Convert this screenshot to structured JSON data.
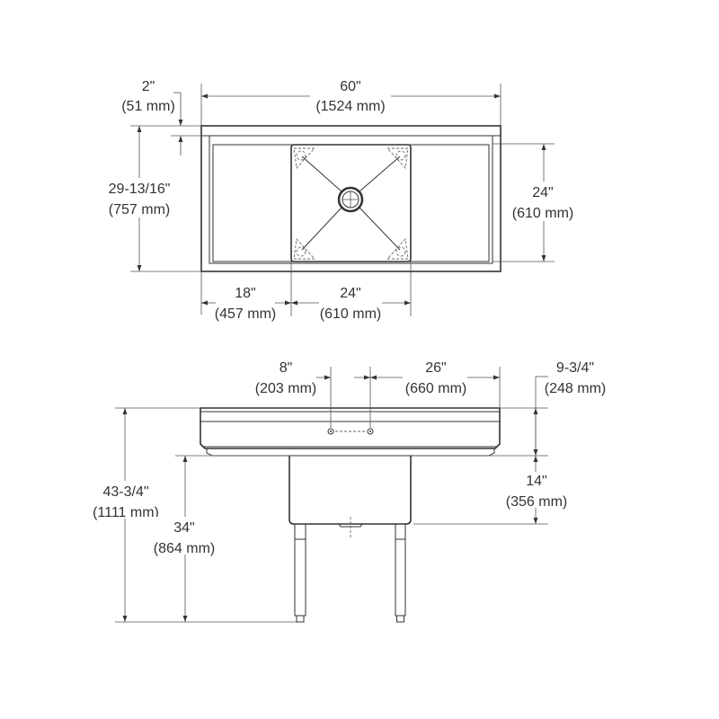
{
  "top_view": {
    "overall_width": {
      "in": "60\"",
      "mm": "(1524 mm)"
    },
    "backsplash_offset": {
      "in": "2\"",
      "mm": "(51 mm)"
    },
    "overall_depth": {
      "in": "29-13/16\"",
      "mm": "(757 mm)"
    },
    "bowl_depth": {
      "in": "24\"",
      "mm": "(610 mm)"
    },
    "drainboard_width": {
      "in": "18\"",
      "mm": "(457 mm)"
    },
    "bowl_width": {
      "in": "24\"",
      "mm": "(610 mm)"
    }
  },
  "front_view": {
    "faucet_spacing": {
      "in": "8\"",
      "mm": "(203 mm)"
    },
    "faucet_to_edge": {
      "in": "26\"",
      "mm": "(660 mm)"
    },
    "backsplash_height": {
      "in": "9-3/4\"",
      "mm": "(248 mm)"
    },
    "bowl_height": {
      "in": "14\"",
      "mm": "(356 mm)"
    },
    "overall_height": {
      "in": "43-3/4\"",
      "mm": "(1111 mm)"
    },
    "rim_height": {
      "in": "34\"",
      "mm": "(864 mm)"
    }
  }
}
